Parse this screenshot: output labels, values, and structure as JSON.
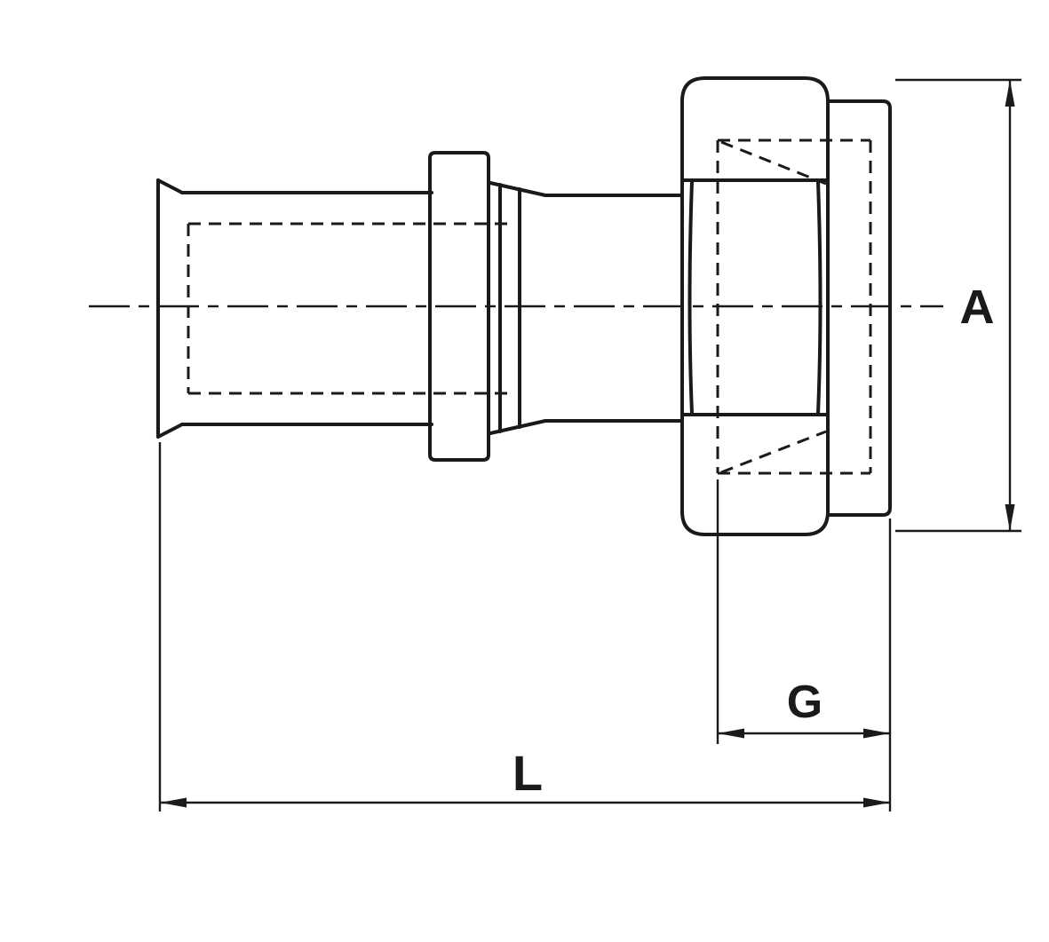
{
  "drawing": {
    "labels": {
      "a": "A",
      "g": "G",
      "l": "L"
    },
    "colors": {
      "line": "#1a1a1a",
      "background": "#ffffff"
    }
  }
}
